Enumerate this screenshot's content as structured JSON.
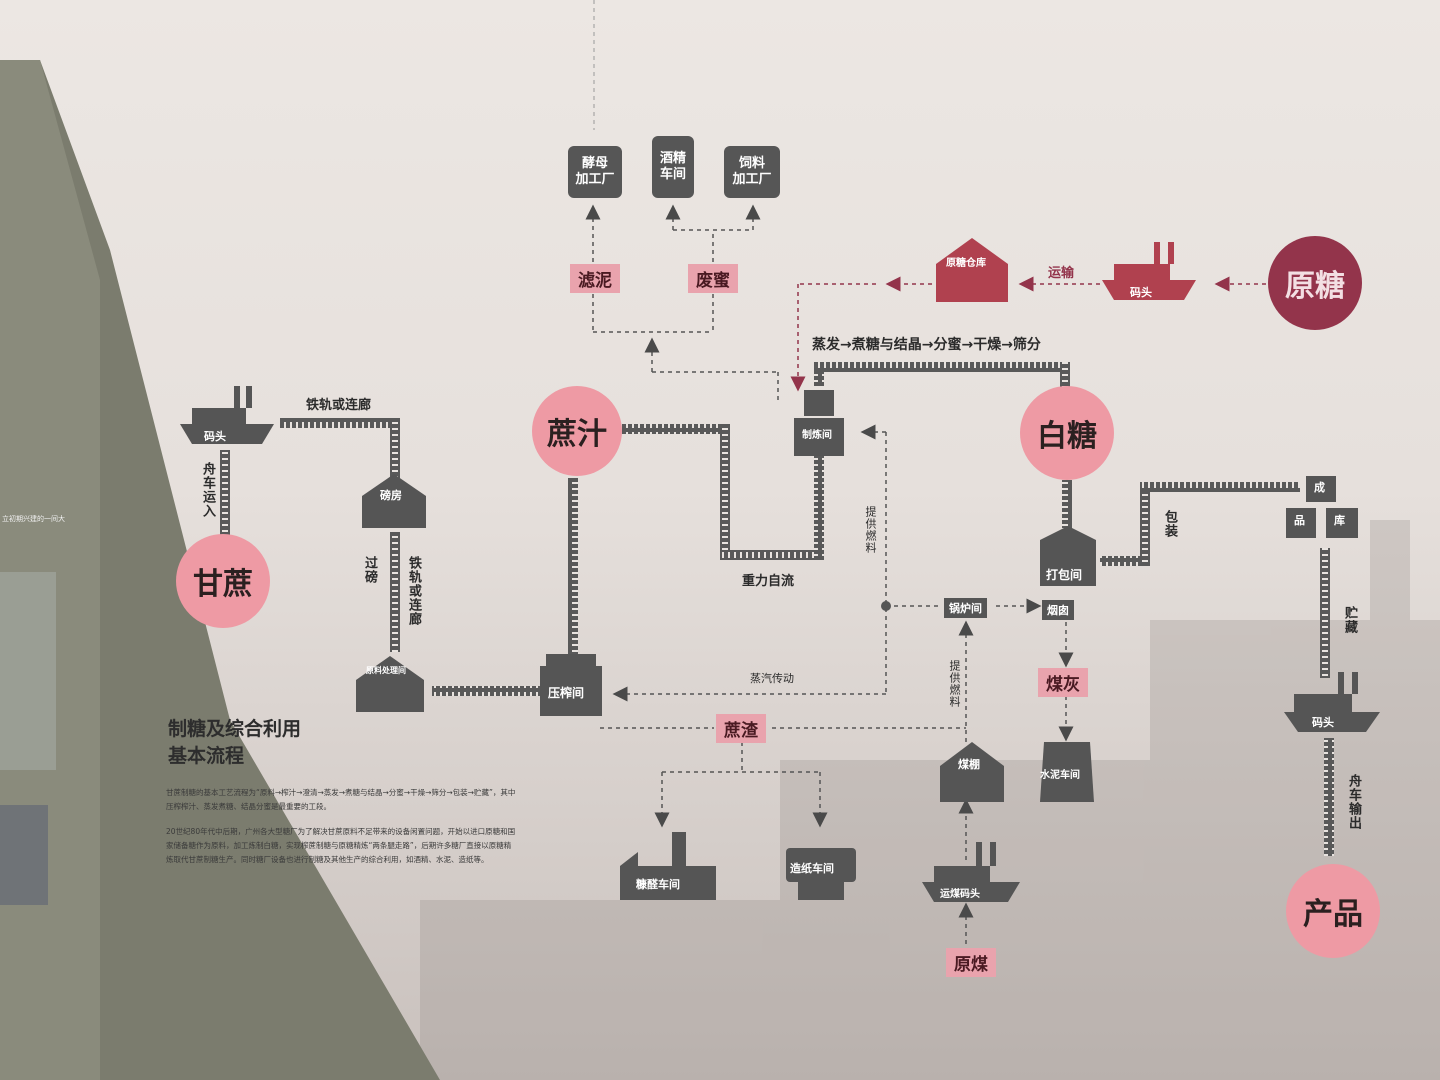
{
  "colors": {
    "pink": "#e9a3ad",
    "circle_pink": "#ee9aa4",
    "maroon": "#93344b",
    "grey": "#565656",
    "track": "#595959"
  },
  "title_lines": [
    "制糖及综合利用",
    "基本流程"
  ],
  "description": [
    "甘蔗制糖的基本工艺流程为“原料→榨汁→澄清→蒸发→煮糖与结晶→分蜜→干燥→筛分→包装→贮藏”，其中压榨榨汁、蒸发煮糖、结晶分蜜是最重要的工段。",
    "20世纪80年代中后期，广州各大型糖厂为了解决甘蔗原料不足带来的设备闲置问题，开始以进口原糖和国家储备糖作为原料，加工炼制白糖，实现榨蔗制糖与原糖精炼“两条腿走路”，后期许多糖厂直接以原糖精炼取代甘蔗制糖生产。同时糖厂设备也进行制糖及其他生产的综合利用，如酒精、水泥、造纸等。"
  ],
  "circles": {
    "ganzhe": "甘蔗",
    "zhezhi": "蔗汁",
    "baitang": "白糖",
    "yuantang": "原糖",
    "chanpin": "产品"
  },
  "pink_labels": {
    "luni": "滤泥",
    "feimi": "废蜜",
    "zhezha": "蔗渣",
    "meihui": "煤灰",
    "yuanmei": "原煤"
  },
  "tanks": {
    "jiaomu": "酵母\n加工厂",
    "jiujing": "酒精\n车间",
    "siliao": "饲料\n加工厂"
  },
  "icons": {
    "matou_left": "码头",
    "bangfang": "磅房",
    "yuanliao": "原料处理间",
    "yazha": "压榨间",
    "zhilian": "制炼间",
    "yuantang_cangku": "原糖仓库",
    "matou_top": "码头",
    "dabao": "打包间",
    "chengpinku": [
      "成",
      "品",
      "库"
    ],
    "matou_right": "码头",
    "guolu": "锅炉间",
    "yancong": "烟囱",
    "shuini": "水泥车间",
    "meipeng": "煤棚",
    "yunmei_matou": "运煤码头",
    "tangquan": "糠醛车间",
    "zaozhi": "造纸车间"
  },
  "route_labels": {
    "tiegui_lianlang_top": "铁轨或连廊",
    "zhouche_yunru": "舟车运入",
    "guobang": "过磅",
    "tiegui_lianlang_vert": "铁轨或连廊",
    "zhongli_ziliu": "重力自流",
    "zhengqi_chuandong": "蒸汽传动",
    "tigong_ranliao_1": "提供燃料",
    "tigong_ranliao_2": "提供燃料",
    "process_chain": "蒸发→煮糖与结晶→分蜜→干燥→筛分",
    "yunshu": "运输",
    "baozhuang": "包装",
    "zhucang": "贮藏",
    "zhouche_shuchu": "舟车输出"
  },
  "side_panel_text": "立初期兴建的一间大"
}
